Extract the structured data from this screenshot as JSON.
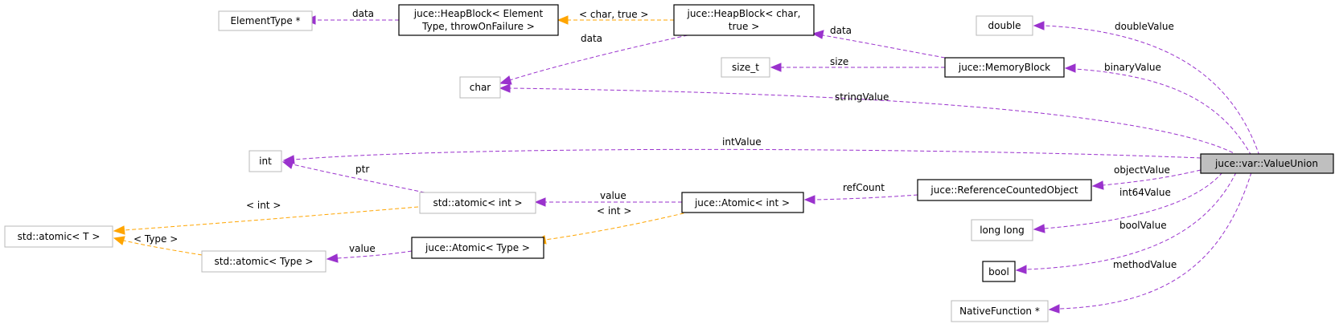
{
  "nodes": {
    "element_type": "ElementType *",
    "heapblock_element_l1": "juce::HeapBlock< Element",
    "heapblock_element_l2": "Type, throwOnFailure >",
    "heapblock_char_l1": "juce::HeapBlock< char,",
    "heapblock_char_l2": "true >",
    "double": "double",
    "size_t": "size_t",
    "memoryblock": "juce::MemoryBlock",
    "char": "char",
    "int": "int",
    "valueunion": "juce::var::ValueUnion",
    "std_atomic_int": "std::atomic< int >",
    "juce_atomic_int": "juce::Atomic< int >",
    "refcounted": "juce::ReferenceCountedObject",
    "std_atomic_t": "std::atomic< T >",
    "long_long": "long long",
    "juce_atomic_type": "juce::Atomic< Type >",
    "std_atomic_type": "std::atomic< Type >",
    "bool": "bool",
    "native_function": "NativeFunction *"
  },
  "edge_labels": {
    "data_element": "data",
    "char_true": "< char, true >",
    "data_char": "data",
    "data_memblock": "data",
    "size": "size",
    "double_value": "doubleValue",
    "binary_value": "binaryValue",
    "string_value": "stringValue",
    "int_value": "intValue",
    "ptr": "ptr",
    "lt_int_1": "< int >",
    "value_atomic": "value",
    "lt_int_2": "< int >",
    "ref_count": "refCount",
    "object_value": "objectValue",
    "int64_value": "int64Value",
    "lt_type": "< Type >",
    "value_type": "value",
    "bool_value": "boolValue",
    "method_value": "methodValue"
  },
  "colors": {
    "member_edge": "#9a32cd",
    "template_edge": "#ffa500",
    "focus_node_fill": "#bfbfbf"
  }
}
